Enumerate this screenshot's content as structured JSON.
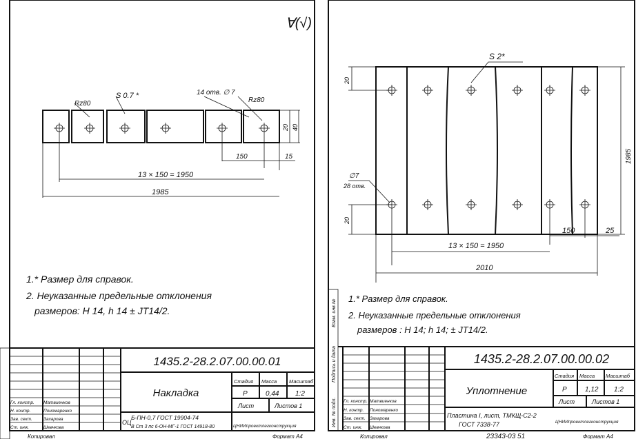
{
  "sheet_left": {
    "corner_mark": "∀(√)",
    "roughness": "Rz80",
    "roughness2": "Rz80",
    "thickness": "S 0.7 *",
    "holes": "14 отв. ∅ 7",
    "dim_height_inner": "20",
    "dim_height_outer": "40",
    "dim_pitch": "150",
    "dim_edge": "15",
    "dim_chain": "13 × 150 = 1950",
    "dim_total": "1985",
    "notes": [
      "1.* Размер для справок.",
      "2. Неуказанные предельные отклонения",
      "размеров: H 14, h 14 ± JT14/2."
    ],
    "title_block": {
      "code": "1435.2-28.2.07.00.00.01",
      "name": "Накладка",
      "stage_label": "Стадия",
      "mass_label": "Масса",
      "scale_label": "Масштаб",
      "stage": "Р",
      "mass": "0,44",
      "scale": "1:2",
      "sheet_label": "Лист",
      "sheets_label": "Листов 1",
      "material_line1": "Б-ПН-0,7 ГОСТ 19904-74",
      "material_line2": "В Ст 3 пс 6-ОН-МГ-1 ГОСТ 14918-80",
      "material_prefix": "ОЦ",
      "org": "ЦНИИпроектлегконструкция",
      "roles": [
        "Гл. констр.",
        "Н. контр.",
        "Зав. сект.",
        "Ст. инж."
      ],
      "names": [
        "Матвиенков",
        "Пономаренко",
        "Захарова",
        "Шевчкова"
      ],
      "bottom_left": "Копировал",
      "bottom_right": "Формат А4"
    }
  },
  "sheet_right": {
    "thickness": "S 2*",
    "dim_top": "20",
    "dim_bottom": "20",
    "dim_height": "1985",
    "holes_dia": "∅7",
    "holes_count": "28 отв.",
    "dim_pitch": "150",
    "dim_edge": "25",
    "dim_chain": "13 × 150 = 1950",
    "dim_total": "2010",
    "notes": [
      "1.* Размер для справок.",
      "2. Неуказанные предельные отклонения",
      "размеров : H 14; h 14; ± JT14/2."
    ],
    "title_block": {
      "code": "1435.2-28.2.07.00.00.02",
      "name": "Уплотнение",
      "stage_label": "Стадия",
      "mass_label": "Масса",
      "scale_label": "Масштаб",
      "stage": "Р",
      "mass": "1,12",
      "scale": "1:2",
      "sheet_label": "Лист",
      "sheets_label": "Листов 1",
      "material_line1": "Пластина I, лист, ТМКЩ-С2-2",
      "material_line2": "ГОСТ 7338-77",
      "org": "ЦНИИпроектлегконструкция",
      "roles": [
        "Гл. констр.",
        "Н. контр.",
        "Зав. сект.",
        "Ст. инж."
      ],
      "names": [
        "Матвиенков",
        "Пономаренко",
        "Захарова",
        "Шевчкова"
      ],
      "bottom_left": "Копировал",
      "bottom_mid": "23343-03 51",
      "bottom_right": "Формат А4",
      "side_labels": [
        "Инв. № подл.",
        "Подпись и дата",
        "Взам. инв.№"
      ]
    }
  }
}
